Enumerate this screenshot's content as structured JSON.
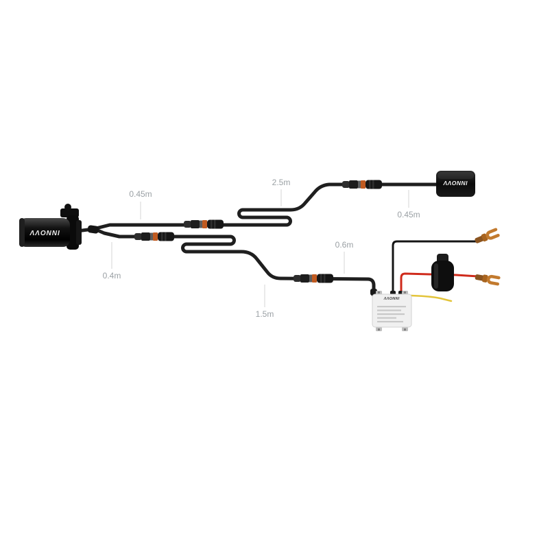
{
  "diagram": {
    "measurements": {
      "camera_upper_lead": "0.45m",
      "dvr_cable": "2.5m",
      "dvr_tail": "0.45m",
      "camera_lower_lead": "0.4m",
      "power_lead": "0.6m",
      "converter_cable": "1.5m"
    },
    "devices": {
      "camera_label": "INNOVV",
      "dvr_label": "INNOVV",
      "converter_label": "INNOVV"
    },
    "colors": {
      "cable": "#1f1f1f",
      "connector_band": "#c05a20",
      "wire_red": "#cf2a1b",
      "wire_yellow": "#e3c43a",
      "terminal": "#c27a2e",
      "label_text": "#9aa0a4",
      "leader_line": "#d4d4d4"
    }
  }
}
